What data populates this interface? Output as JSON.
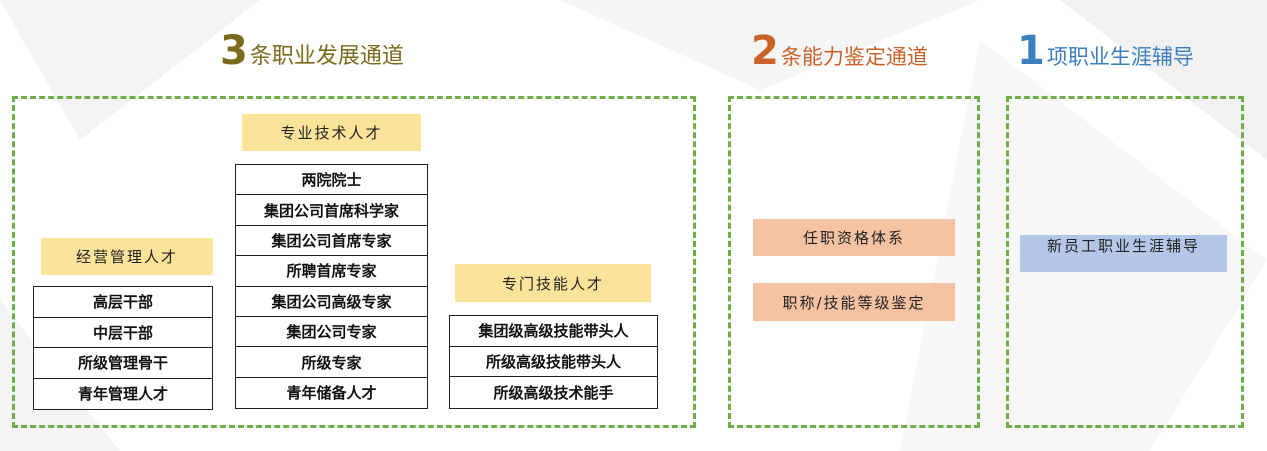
{
  "headings": {
    "dev": {
      "num": "3",
      "text": "条职业发展通道"
    },
    "appraisal": {
      "num": "2",
      "text": "条能力鉴定通道"
    },
    "guidance": {
      "num": "1",
      "text": "项职业生涯辅导"
    }
  },
  "categories": {
    "professional": {
      "label": "专业技术人才",
      "items": [
        "两院院士",
        "集团公司首席科学家",
        "集团公司首席专家",
        "所聘首席专家",
        "集团公司高级专家",
        "集团公司专家",
        "所级专家",
        "青年储备人才"
      ]
    },
    "management": {
      "label": "经营管理人才",
      "items": [
        "高层干部",
        "中层干部",
        "所级管理骨干",
        "青年管理人才"
      ]
    },
    "skilled": {
      "label": "专门技能人才",
      "items": [
        "集团级高级技能带头人",
        "所级高级技能带头人",
        "所级高级技术能手"
      ]
    }
  },
  "appraisal_items": [
    "任职资格体系",
    "职称/技能等级鉴定"
  ],
  "guidance_item": "新员工职业生涯辅导",
  "colors": {
    "dash_border": "#6fae46",
    "tag_yellow": "#fce39a",
    "pill_orange": "#f6c3a2",
    "pill_blue": "#b4c7e8",
    "heading_olive": "#7a6a1c",
    "heading_orange": "#c8642a",
    "heading_blue": "#3c7fbf"
  }
}
